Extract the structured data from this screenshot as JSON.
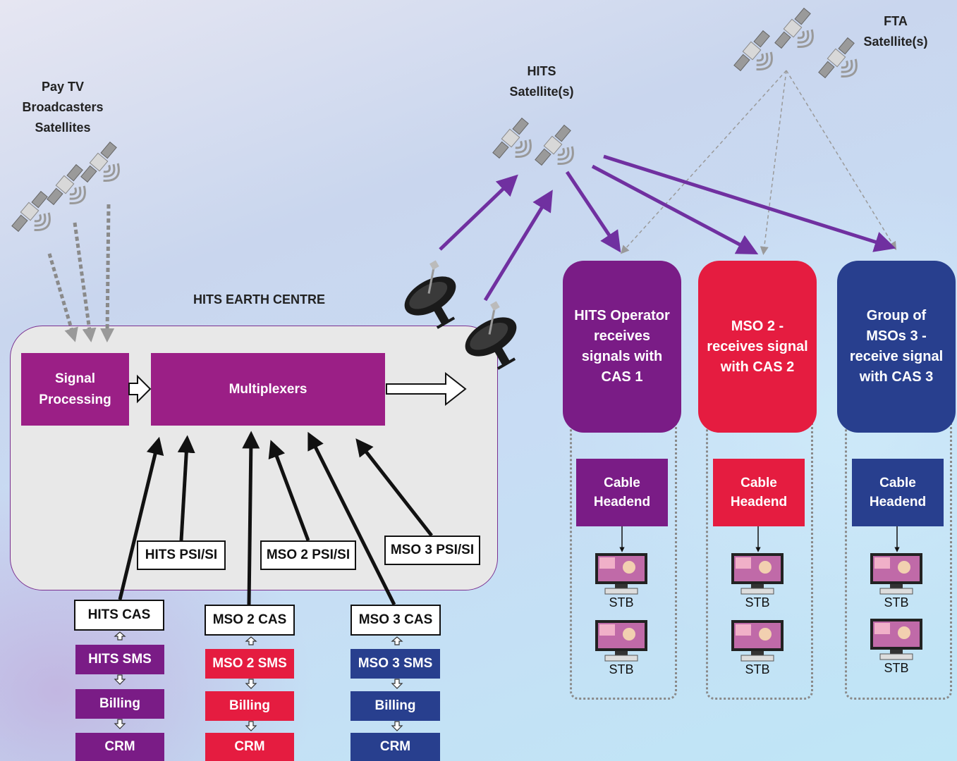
{
  "labels": {
    "pay_tv": "Pay TV\nBroadcasters\nSatellites",
    "hits_sat": "HITS\nSatellite(s)",
    "fta_sat": "FTA\nSatellite(s)",
    "earth_centre": "HITS EARTH CENTRE"
  },
  "earth": {
    "signal_processing": "Signal\nProcessing",
    "multiplexers": "Multiplexers",
    "hits_psi": "HITS PSI/SI",
    "mso2_psi": "MSO 2 PSI/SI",
    "mso3_psi": "MSO 3 PSI/SI"
  },
  "stacks": [
    {
      "cas": "HITS CAS",
      "sms": "HITS SMS",
      "billing": "Billing",
      "crm": "CRM"
    },
    {
      "cas": "MSO 2 CAS",
      "sms": "MSO 2 SMS",
      "billing": "Billing",
      "crm": "CRM"
    },
    {
      "cas": "MSO 3 CAS",
      "sms": "MSO 3 SMS",
      "billing": "Billing",
      "crm": "CRM"
    }
  ],
  "receivers": [
    {
      "title": "HITS Operator\nreceives\nsignals with\nCAS 1",
      "headend": "Cable\nHeadend",
      "stb1": "STB",
      "stb2": "STB",
      "color": "#7a1c86"
    },
    {
      "title": "MSO 2 -\nreceives signal\nwith CAS 2",
      "headend": "Cable\nHeadend",
      "stb1": "STB",
      "stb2": "STB",
      "color": "#e51c40"
    },
    {
      "title": "Group of\nMSOs 3 -\nreceive signal\nwith CAS 3",
      "headend": "Cable\nHeadend",
      "stb1": "STB",
      "stb2": "STB",
      "color": "#283f8e"
    }
  ],
  "colors": {
    "arrow_purple": "#7030a0",
    "earth_border": "#7a3090"
  },
  "icons": [
    "satellite-icon",
    "dish-antenna-icon",
    "tv-stb-icon"
  ]
}
